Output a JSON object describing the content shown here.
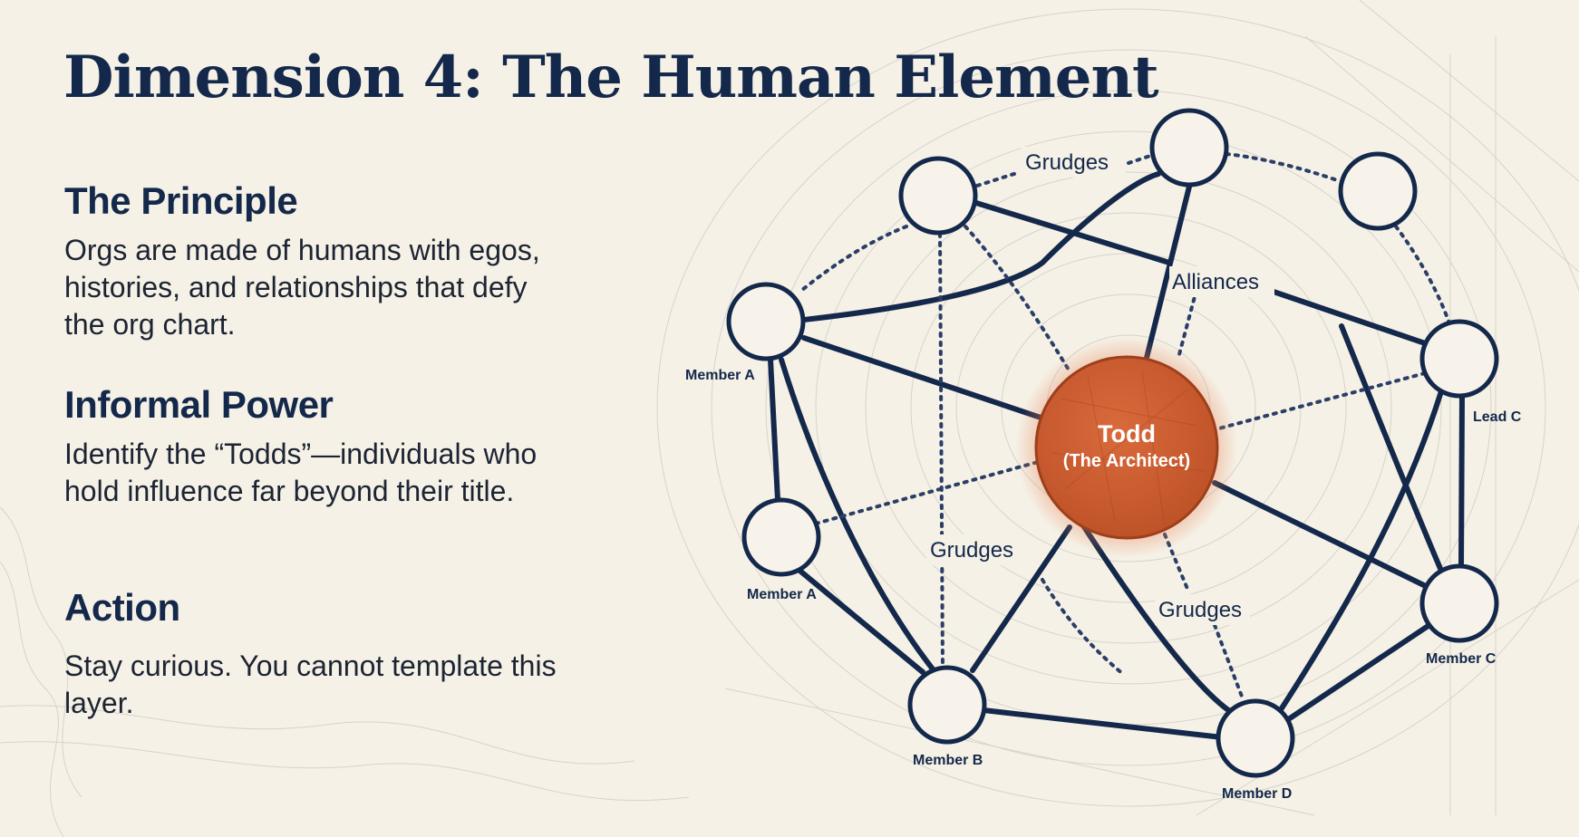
{
  "title": "Dimension 4: The Human Element",
  "sections": {
    "principle": {
      "heading": "The Principle",
      "body": "Orgs are made of humans with egos, histories, and relationships that defy the org chart."
    },
    "informal_power": {
      "heading": "Informal Power",
      "body": "Identify the “Todds”—individuals who hold influence far beyond their title."
    },
    "action": {
      "heading": "Action",
      "body": "Stay curious. You cannot template this layer."
    }
  },
  "diagram": {
    "center": {
      "name": "Todd",
      "role": "(The Architect)"
    },
    "nodes": {
      "member_a_upper": "Member A",
      "member_a_lower": "Member A",
      "member_b": "Member B",
      "member_c": "Member C",
      "member_d": "Member D",
      "lead_c": "Lead C"
    },
    "relationship_labels": {
      "grudges_top": "Grudges",
      "alliances": "Alliances",
      "grudges_left": "Grudges",
      "grudges_right": "Grudges"
    }
  },
  "colors": {
    "ink": "#13284a",
    "accent": "#c85a30",
    "background": "#f5f1e6"
  }
}
